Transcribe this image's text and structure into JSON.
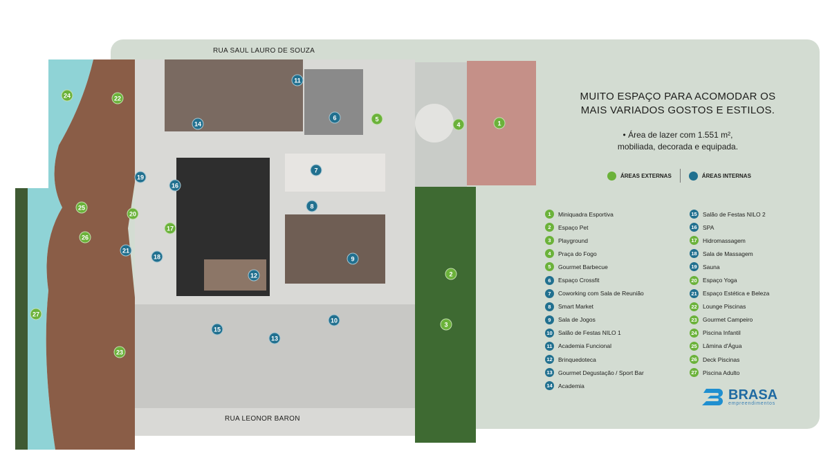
{
  "streets": {
    "top": "RUA SAUL LAURO DE SOUZA",
    "bottom": "RUA LEONOR BARON"
  },
  "headline": [
    "MUITO ESPAÇO PARA ACOMODAR OS",
    "MAIS VARIADOS GOSTOS E ESTILOS."
  ],
  "subtitle": [
    "• Área de lazer com 1.551 m²,",
    "mobiliada, decorada e equipada."
  ],
  "legend_types": [
    {
      "label": "ÁREAS EXTERNAS",
      "color": "#6bb23a"
    },
    {
      "label": "ÁREAS INTERNAS",
      "color": "#21708f"
    }
  ],
  "colors": {
    "external": "#6bb23a",
    "internal": "#21708f",
    "panel": "#d3dcd2"
  },
  "areas": [
    {
      "n": "1",
      "label": "Miniquadra Esportiva",
      "type": "external"
    },
    {
      "n": "2",
      "label": "Espaço Pet",
      "type": "external"
    },
    {
      "n": "3",
      "label": "Playground",
      "type": "external"
    },
    {
      "n": "4",
      "label": "Praça do Fogo",
      "type": "external"
    },
    {
      "n": "5",
      "label": "Gourmet Barbecue",
      "type": "external"
    },
    {
      "n": "6",
      "label": "Espaço Crossfit",
      "type": "internal"
    },
    {
      "n": "7",
      "label": "Coworking com Sala de Reunião",
      "type": "internal"
    },
    {
      "n": "8",
      "label": "Smart Market",
      "type": "internal"
    },
    {
      "n": "9",
      "label": "Sala de Jogos",
      "type": "internal"
    },
    {
      "n": "10",
      "label": "Salão de Festas NILO 1",
      "type": "internal"
    },
    {
      "n": "11",
      "label": "Academia Funcional",
      "type": "internal"
    },
    {
      "n": "12",
      "label": "Brinquedoteca",
      "type": "internal"
    },
    {
      "n": "13",
      "label": "Gourmet Degustação / Sport Bar",
      "type": "internal"
    },
    {
      "n": "14",
      "label": "Academia",
      "type": "internal"
    },
    {
      "n": "15",
      "label": "Salão de Festas NILO 2",
      "type": "internal"
    },
    {
      "n": "16",
      "label": "SPA",
      "type": "internal"
    },
    {
      "n": "17",
      "label": "Hidromassagem",
      "type": "external"
    },
    {
      "n": "18",
      "label": "Sala de Massagem",
      "type": "internal"
    },
    {
      "n": "19",
      "label": "Sauna",
      "type": "internal"
    },
    {
      "n": "20",
      "label": "Espaço Yoga",
      "type": "external"
    },
    {
      "n": "21",
      "label": "Espaço Estética e Beleza",
      "type": "internal"
    },
    {
      "n": "22",
      "label": "Lounge Piscinas",
      "type": "external"
    },
    {
      "n": "23",
      "label": "Gourmet Campeiro",
      "type": "external"
    },
    {
      "n": "24",
      "label": "Piscina Infantil",
      "type": "external"
    },
    {
      "n": "25",
      "label": "Lâmina d'Água",
      "type": "external"
    },
    {
      "n": "26",
      "label": "Deck Piscinas",
      "type": "external"
    },
    {
      "n": "27",
      "label": "Piscina Adulto",
      "type": "external"
    }
  ],
  "logo": {
    "name": "BRASA",
    "tagline": "empreendimentos"
  }
}
